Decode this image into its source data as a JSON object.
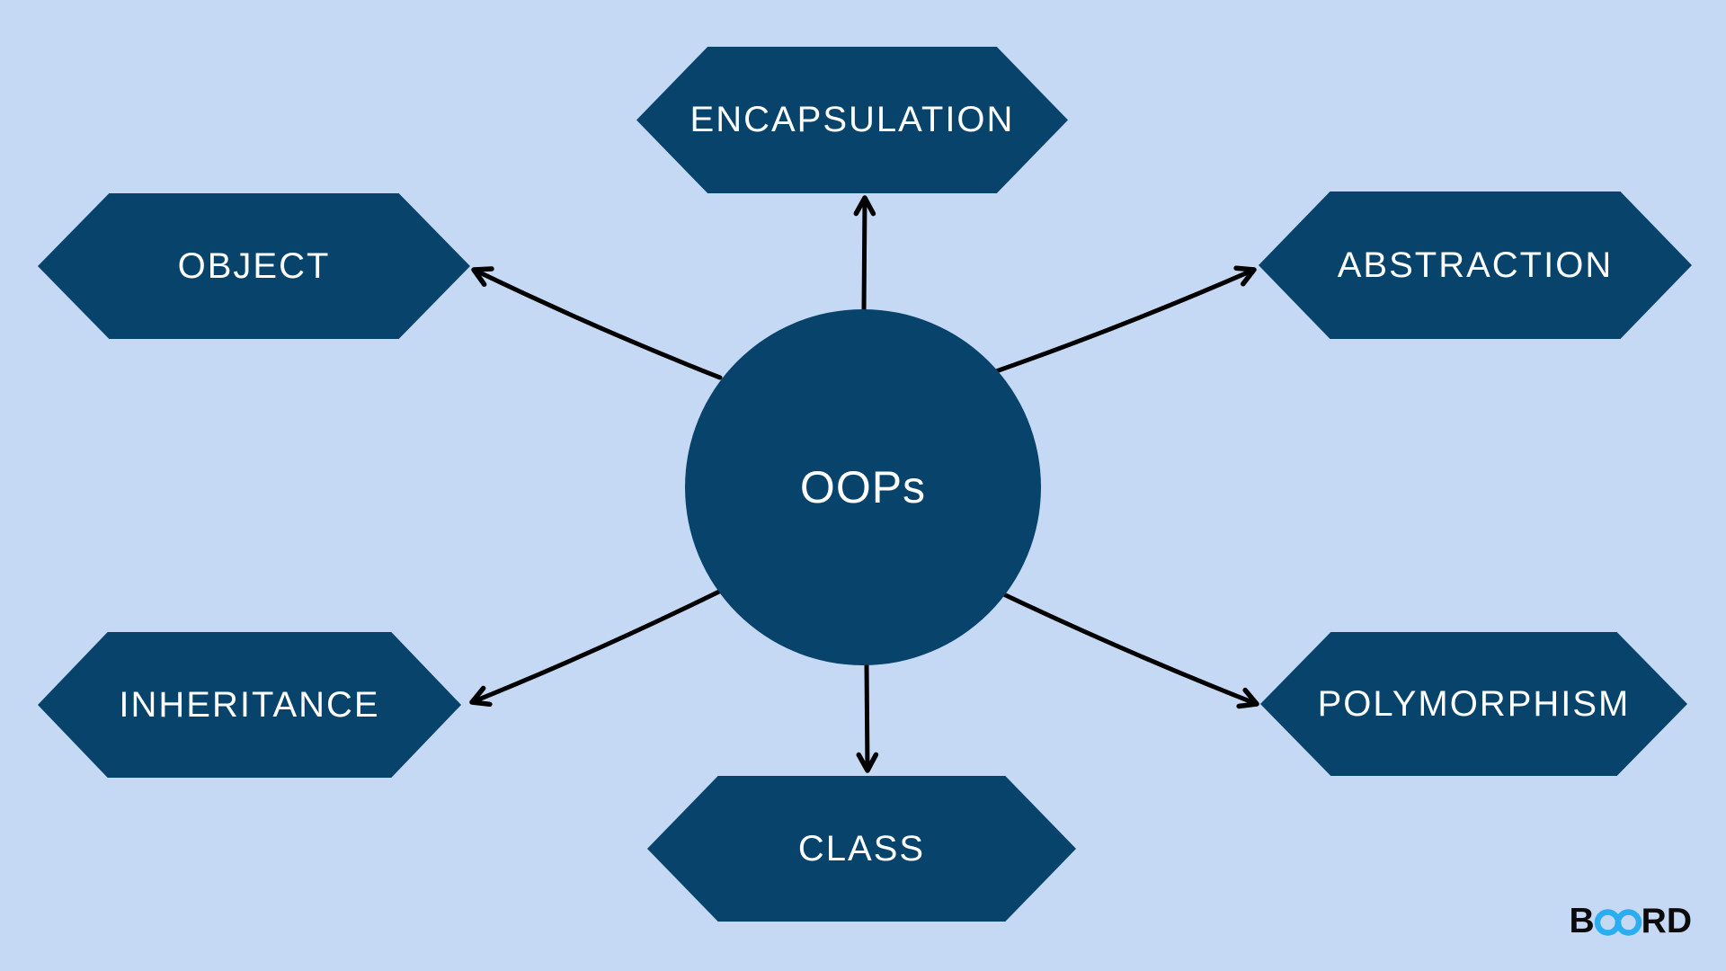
{
  "diagram": {
    "center_node": {
      "id": "center",
      "label": "OOPs"
    },
    "nodes": [
      {
        "id": "encapsulation",
        "label": "ENCAPSULATION",
        "position": "top"
      },
      {
        "id": "object",
        "label": "OBJECT",
        "position": "upper-left"
      },
      {
        "id": "abstraction",
        "label": "ABSTRACTION",
        "position": "upper-right"
      },
      {
        "id": "inheritance",
        "label": "INHERITANCE",
        "position": "lower-left"
      },
      {
        "id": "polymorphism",
        "label": "POLYMORPHISM",
        "position": "lower-right"
      },
      {
        "id": "class",
        "label": "CLASS",
        "position": "bottom"
      }
    ],
    "connections": [
      {
        "from": "center",
        "to": "encapsulation"
      },
      {
        "from": "center",
        "to": "object"
      },
      {
        "from": "center",
        "to": "abstraction"
      },
      {
        "from": "center",
        "to": "inheritance"
      },
      {
        "from": "center",
        "to": "polymorphism"
      },
      {
        "from": "center",
        "to": "class"
      }
    ],
    "colors": {
      "background": "#c6d9f4",
      "node_fill": "#07436b",
      "node_text": "#ffffff",
      "arrow": "#000000"
    }
  },
  "logo": {
    "full_text": "BOARD",
    "text_prefix": "B",
    "icon": "infinity-icon",
    "text_suffix": "RD",
    "accent_color": "#2baef0",
    "text_color": "#0b0b0b"
  }
}
